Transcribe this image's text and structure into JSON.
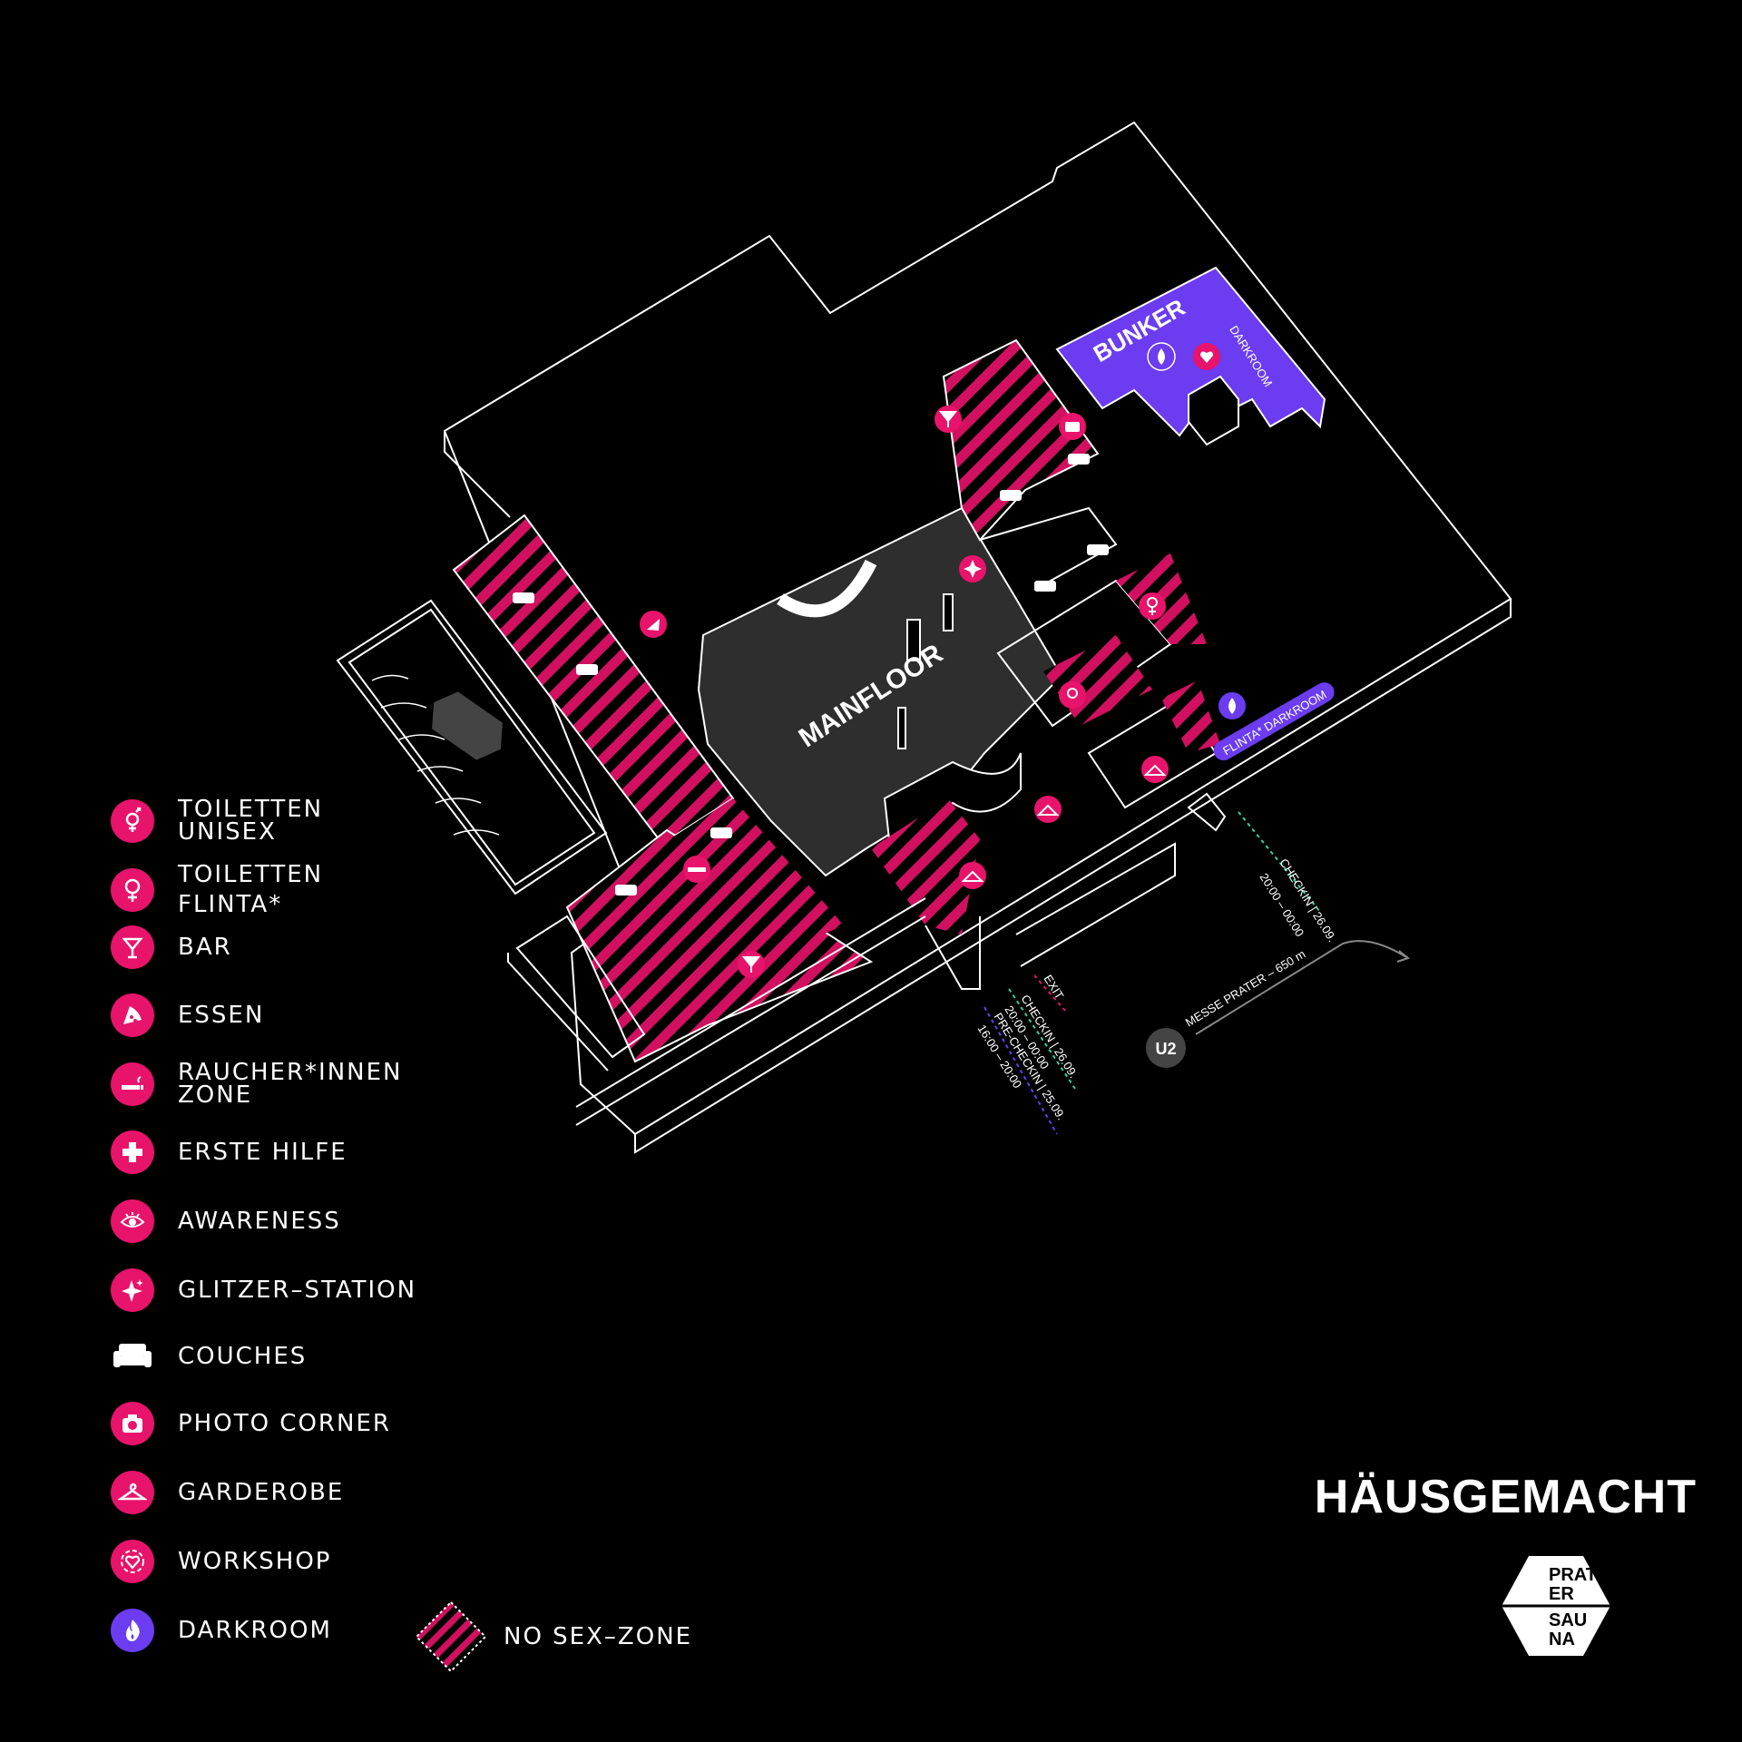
{
  "colors": {
    "background": "#000000",
    "pink": "#e8136b",
    "purple": "#6b3cf0",
    "outline": "#ffffff",
    "floor": "#2e2e2e",
    "green": "#2dd3a0",
    "red": "#e8136b"
  },
  "map": {
    "mainfloor": "MAINFLOOR",
    "bunker": "BUNKER",
    "darkroom_label": "DARKROOM",
    "flinta_darkroom": "FLINTA* DARKROOM",
    "prater_logo": [
      "PRAT",
      "ER",
      "SAU",
      "NA"
    ],
    "entrance_right": {
      "checkin": "CHECKIN | 26.09.",
      "checkin_time": "20:00 – 00:00"
    },
    "entrance_bottom": {
      "exit": "EXIT",
      "checkin": "CHECKIN | 26.09.",
      "checkin_time": "20:00 – 00:00",
      "pre_checkin": "PRE-CHECKIN | 25.09.",
      "pre_checkin_time": "16:00 – 20:00"
    },
    "transit": {
      "line": "U2",
      "station": "MESSE PRATER – 650 m"
    }
  },
  "legend": [
    {
      "id": "unisex",
      "icon": "unisex-toilet-icon",
      "label_lines": [
        "TOILETTEN",
        "UNISEX"
      ],
      "color": "#e8136b"
    },
    {
      "id": "flinta",
      "icon": "female-toilet-icon",
      "label_lines": [
        "TOILETTEN",
        "FLINTA*"
      ],
      "color": "#e8136b"
    },
    {
      "id": "bar",
      "icon": "cocktail-icon",
      "label_lines": [
        "BAR"
      ],
      "color": "#e8136b"
    },
    {
      "id": "essen",
      "icon": "pizza-icon",
      "label_lines": [
        "ESSEN"
      ],
      "color": "#e8136b"
    },
    {
      "id": "raucher",
      "icon": "cigarette-icon",
      "label_lines": [
        "RAUCHER*INNEN",
        "ZONE"
      ],
      "color": "#e8136b"
    },
    {
      "id": "erste-hilfe",
      "icon": "first-aid-icon",
      "label_lines": [
        "ERSTE HILFE"
      ],
      "color": "#e8136b"
    },
    {
      "id": "awareness",
      "icon": "eye-icon",
      "label_lines": [
        "AWARENESS"
      ],
      "color": "#e8136b"
    },
    {
      "id": "glitzer",
      "icon": "sparkle-icon",
      "label_lines": [
        "GLITZER–STATION"
      ],
      "color": "#e8136b"
    },
    {
      "id": "couches",
      "icon": "couch-icon",
      "label_lines": [
        "COUCHES"
      ],
      "color": "#ffffff"
    },
    {
      "id": "photo",
      "icon": "camera-icon",
      "label_lines": [
        "PHOTO CORNER"
      ],
      "color": "#e8136b"
    },
    {
      "id": "garderobe",
      "icon": "hanger-icon",
      "label_lines": [
        "GARDEROBE"
      ],
      "color": "#e8136b"
    },
    {
      "id": "workshop",
      "icon": "workshop-heart-icon",
      "label_lines": [
        "WORKSHOP"
      ],
      "color": "#e8136b"
    },
    {
      "id": "darkroom",
      "icon": "flame-icon",
      "label_lines": [
        "DARKROOM"
      ],
      "color": "#6b3cf0"
    }
  ],
  "no_sex_zone": {
    "icon": "striped-diamond-icon",
    "label": "NO SEX–ZONE"
  },
  "branding": {
    "hausgemacht": "HÄUSGEMACHT",
    "praterSauna": [
      "PRAT",
      "ER",
      "SAU",
      "NA"
    ]
  }
}
